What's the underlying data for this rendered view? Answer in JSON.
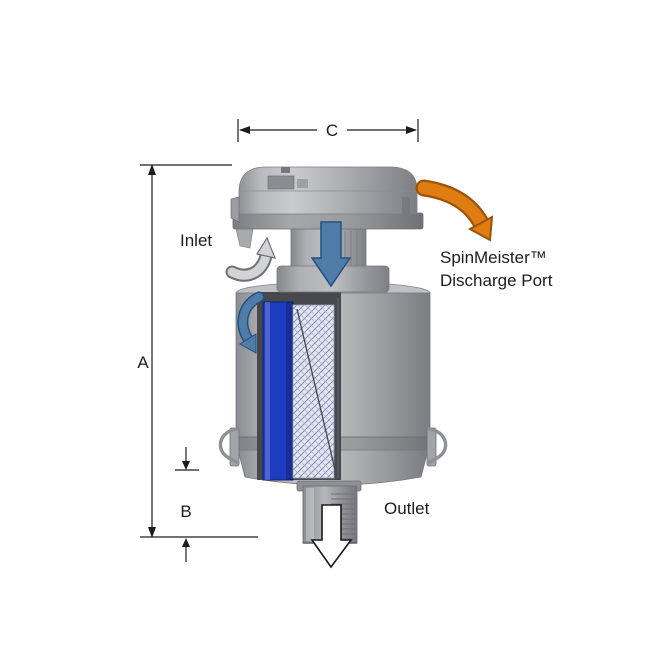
{
  "labels": {
    "dim_a": "A",
    "dim_b": "B",
    "dim_c": "C",
    "inlet": "Inlet",
    "outlet": "Outlet",
    "discharge_line1": "SpinMeister™",
    "discharge_line2": "Discharge Port"
  },
  "colors": {
    "discharge_arrow": "#E07D12",
    "discharge_arrow_outline": "#9C5208",
    "flow_arrow": "#4F7CA9",
    "flow_arrow_outline": "#24517C",
    "filter_element": "#1E3CC0",
    "inlet_arrow": "#D2D4D8",
    "inlet_arrow_outline": "#6F7176"
  }
}
